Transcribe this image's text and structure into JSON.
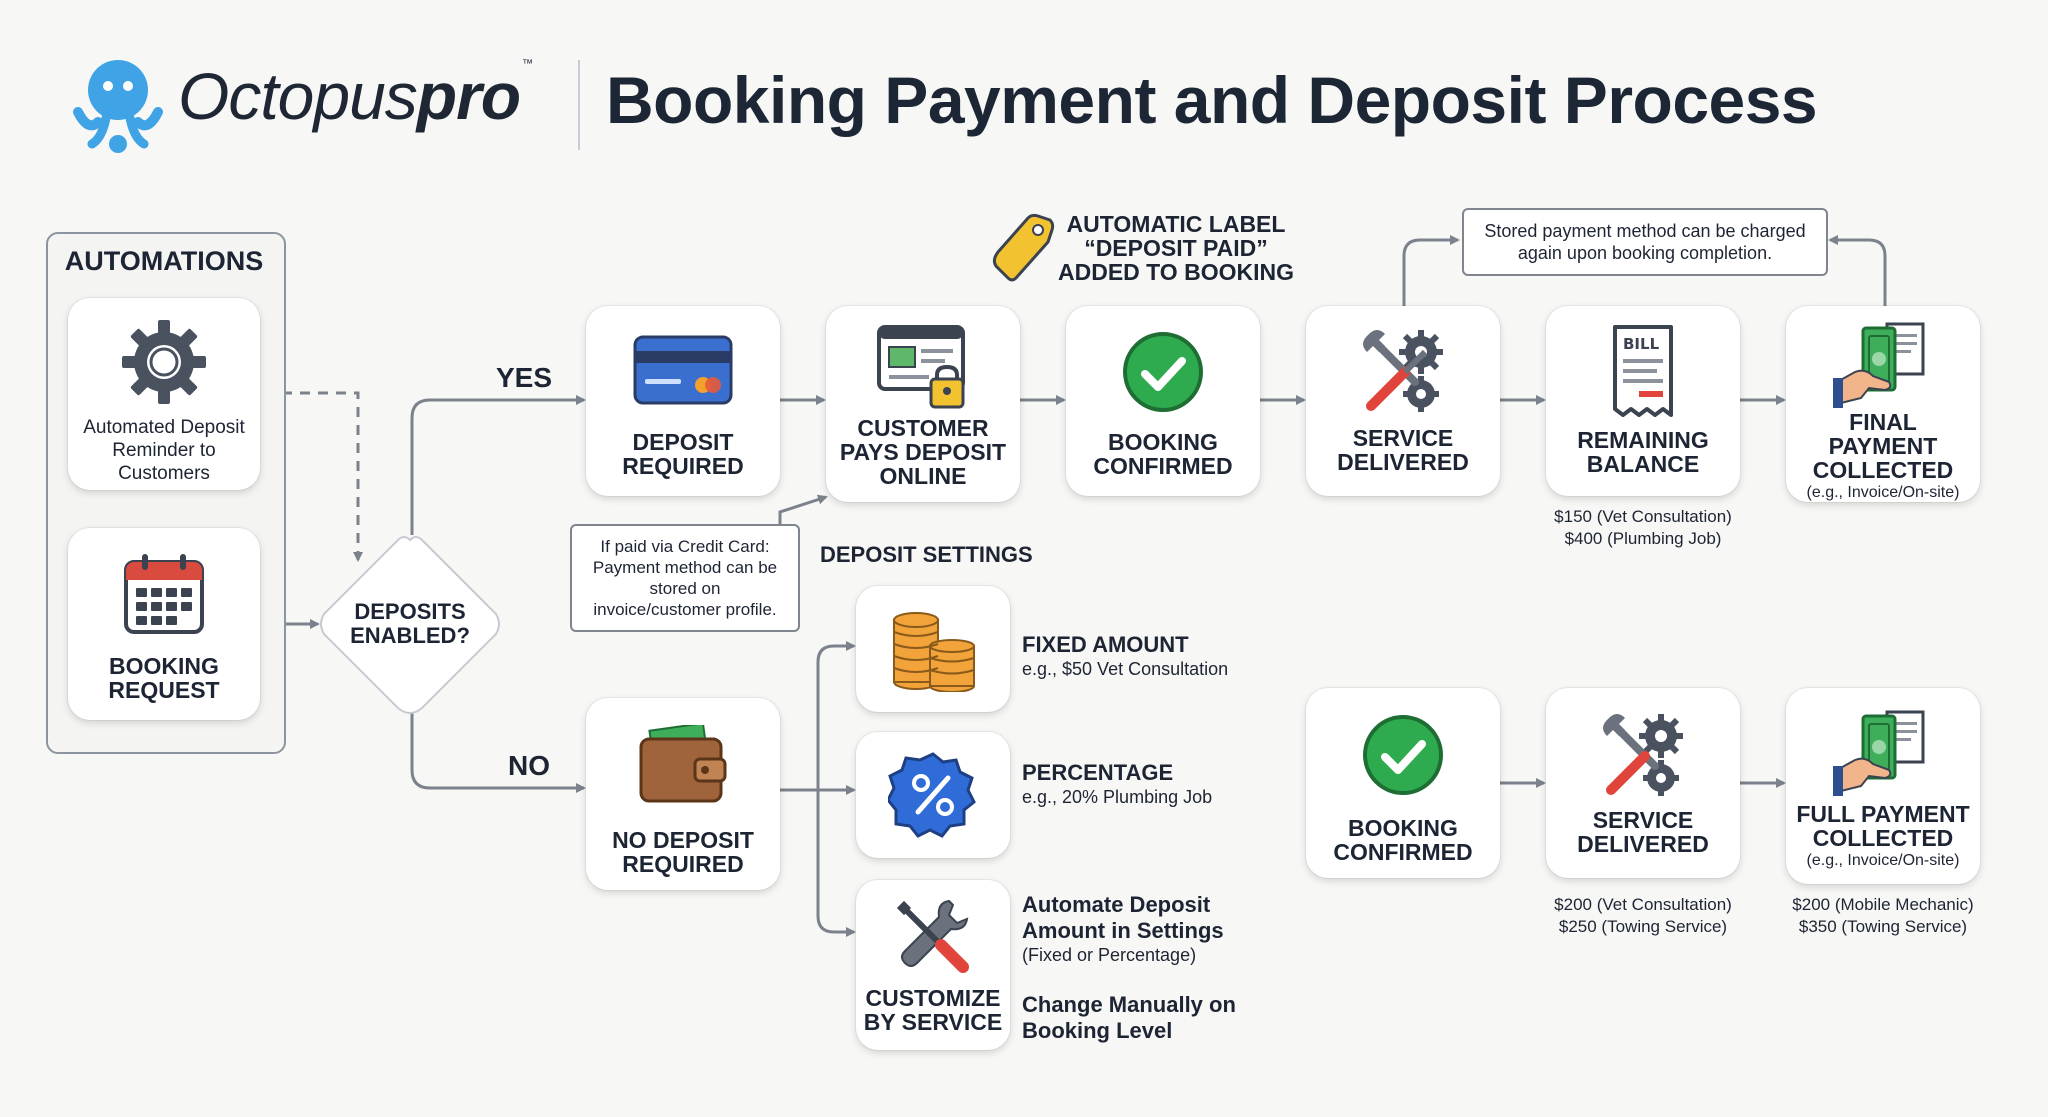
{
  "header": {
    "brand_light": "Octopus",
    "brand_bold": "pro",
    "brand_tm": "™",
    "title": "Booking Payment and Deposit Process"
  },
  "automations": {
    "title": "AUTOMATIONS",
    "reminder": "Automated Deposit Reminder to Customers",
    "request": "BOOKING REQUEST"
  },
  "decision": {
    "label": "DEPOSITS ENABLED?",
    "yes": "YES",
    "no": "NO"
  },
  "deposit_path": {
    "deposit_required": "DEPOSIT REQUIRED",
    "customer_pays": "CUSTOMER PAYS DEPOSIT ONLINE",
    "booking_confirmed": "BOOKING CONFIRMED",
    "service_delivered": "SERVICE DELIVERED",
    "remaining_balance": "REMAINING BALANCE",
    "final_payment": "FINAL PAYMENT COLLECTED",
    "final_payment_sub": "(e.g., Invoice/On-site)",
    "balance_examples": [
      "$150 (Vet Consultation)",
      "$400 (Plumbing Job)"
    ],
    "label_note": "AUTOMATIC LABEL “DEPOSIT PAID” ADDED TO BOOKING",
    "stored_method_note": "Stored payment method can be charged again upon booking completion.",
    "credit_card_note": "If paid via Credit Card: Payment method can be stored on invoice/customer profile."
  },
  "settings": {
    "title": "DEPOSIT SETTINGS",
    "fixed": "FIXED AMOUNT",
    "fixed_example": "e.g., $50 Vet Consultation",
    "percentage": "PERCENTAGE",
    "percentage_example": "e.g., 20% Plumbing Job",
    "customize": "CUSTOMIZE BY SERVICE",
    "automate_line1": "Automate Deposit",
    "automate_line2": "Amount in Settings",
    "automate_line3": "(Fixed or Percentage)",
    "manual_line1": "Change Manually on",
    "manual_line2": "Booking Level"
  },
  "no_deposit_path": {
    "no_deposit": "NO DEPOSIT REQUIRED",
    "booking_confirmed": "BOOKING CONFIRMED",
    "service_delivered": "SERVICE DELIVERED",
    "full_payment": "FULL PAYMENT COLLECTED",
    "full_payment_sub": "(e.g., Invoice/On-site)",
    "service_examples": [
      "$200 (Vet Consultation)",
      "$250 (Towing Service)"
    ],
    "payment_examples": [
      "$200 (Mobile Mechanic)",
      "$350 (Towing Service)"
    ]
  },
  "colors": {
    "connector": "#7b828c",
    "success_green": "#2eaa4f",
    "card_blue": "#3a6fd0",
    "tag_yellow": "#f2c230",
    "percent_blue": "#2f6cd8"
  }
}
